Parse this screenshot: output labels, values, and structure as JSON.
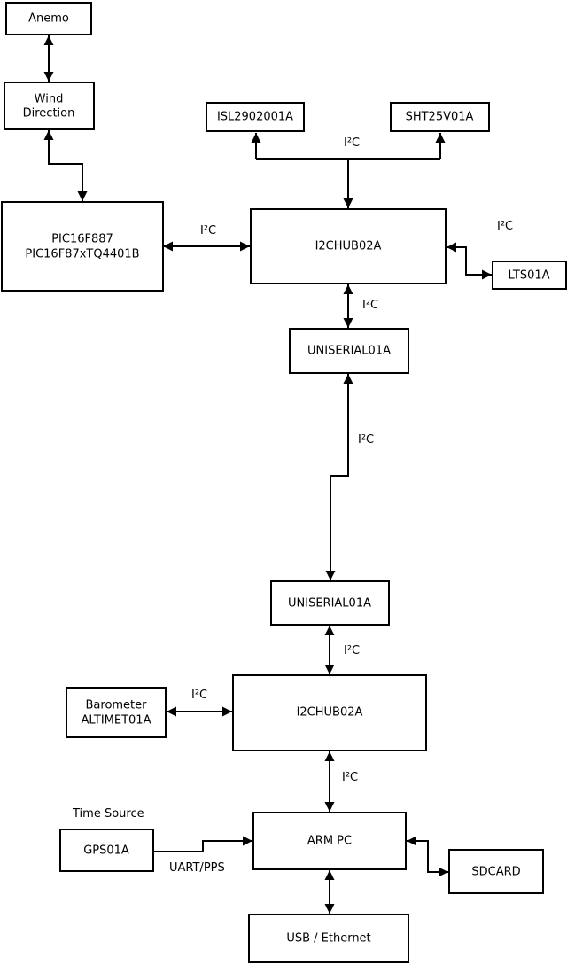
{
  "diagram": {
    "colors": {
      "line": "#000000",
      "background": "#ffffff",
      "box_fill": "#ffffff",
      "text": "#000000"
    },
    "boxes": {
      "anemo": {
        "label": "Anemo"
      },
      "wind_direction": {
        "line1": "Wind",
        "line2": "Direction"
      },
      "pic": {
        "line1": "PIC16F887",
        "line2": "PIC16F87xTQ4401B"
      },
      "isl": {
        "label": "ISL2902001A"
      },
      "sht": {
        "label": "SHT25V01A"
      },
      "hub1": {
        "label": "I2CHUB02A"
      },
      "lts": {
        "label": "LTS01A"
      },
      "uniserial1": {
        "label": "UNISERIAL01A"
      },
      "uniserial2": {
        "label": "UNISERIAL01A"
      },
      "hub2": {
        "label": "I2CHUB02A"
      },
      "barometer": {
        "line1": "Barometer",
        "line2": "ALTIMET01A"
      },
      "gps": {
        "label": "GPS01A"
      },
      "arm_pc": {
        "label": "ARM PC"
      },
      "sdcard": {
        "label": "SDCARD"
      },
      "usb_ethernet": {
        "label": "USB / Ethernet"
      }
    },
    "edge_labels": {
      "i2c_sensors_top": "I²C",
      "i2c_pic_hub1": "I²C",
      "i2c_hub1_lts": "I²C",
      "i2c_hub1_uniserial1": "I²C",
      "i2c_uniserial_link": "I²C",
      "i2c_uniserial2_hub2": "I²C",
      "i2c_barometer_hub2": "I²C",
      "i2c_hub2_armpc": "I²C",
      "time_source": "Time Source",
      "uart_pps": "UART/PPS"
    }
  }
}
